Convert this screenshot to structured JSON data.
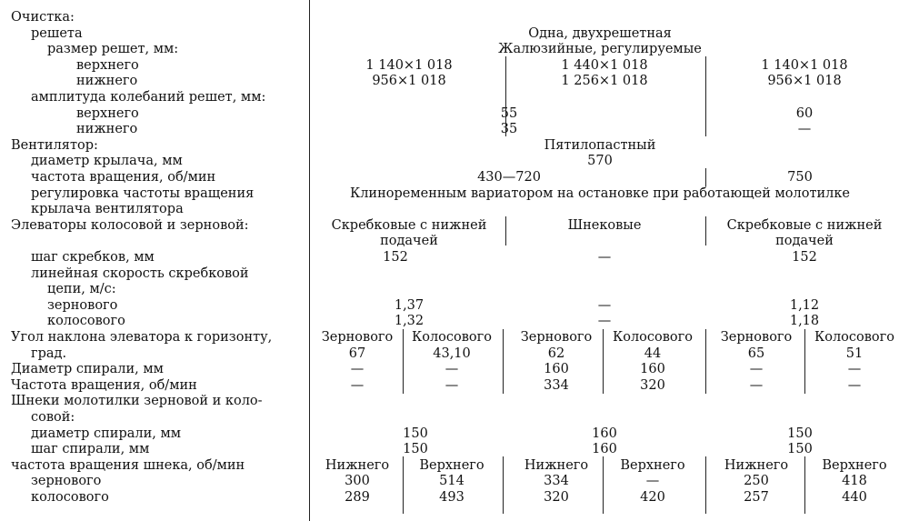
{
  "rows": [
    {
      "label": "Очистка:",
      "indent": 0,
      "cells": []
    },
    {
      "label": "решета",
      "indent": 1,
      "cells": [
        "Одна, двухрешетная"
      ]
    },
    {
      "label": "размер решет, мм:",
      "indent": 2,
      "cells": [
        "Жалюзийные, регулируемые"
      ]
    },
    {
      "label": "верхнего",
      "indent": 3,
      "cells": [
        "1 140×1 018",
        "1 440×1 018",
        "1 140×1 018"
      ]
    },
    {
      "label": "нижнего",
      "indent": 3,
      "cells": [
        "956×1 018",
        "1 256×1 018",
        "956×1 018"
      ]
    },
    {
      "label": "амплитуда колебаний решет, мм:",
      "indent": 1,
      "cells": []
    },
    {
      "label": "верхнего",
      "indent": 3,
      "cells": [
        "55",
        "60"
      ]
    },
    {
      "label": "нижнего",
      "indent": 3,
      "cells": [
        "35",
        "—"
      ]
    },
    {
      "label": "Вентилятор:",
      "indent": 0,
      "cells": [
        "Пятилопастный"
      ]
    },
    {
      "label": "диаметр крылача, мм",
      "indent": 1,
      "cells": [
        "570"
      ]
    },
    {
      "label": "частота вращения, об/мин",
      "indent": 1,
      "cells": [
        "430—720",
        "750"
      ]
    },
    {
      "label": "регулировка частоты вращения",
      "indent": 1,
      "cells": [
        "Клиноременным вариатором на остановке при работающей молотилке"
      ]
    },
    {
      "label": "крылача вентилятора",
      "indent": 1,
      "cells": []
    },
    {
      "label": "Элеваторы колосовой и зерновой:",
      "indent": 0,
      "cells": [
        "Скребковые с нижней",
        "Шнековые",
        "Скребковые с нижней"
      ]
    },
    {
      "label": "",
      "indent": 0,
      "cells": [
        "подачей",
        "подачей"
      ]
    },
    {
      "label": "шаг скребков, мм",
      "indent": 1,
      "cells": [
        "152",
        "—",
        "152"
      ]
    },
    {
      "label": "линейная скорость скребковой",
      "indent": 1,
      "cells": []
    },
    {
      "label": "цепи, м/с:",
      "indent": 2,
      "cells": []
    },
    {
      "label": "зернового",
      "indent": 2,
      "cells": [
        "1,37",
        "—",
        "1,12"
      ]
    },
    {
      "label": "колосового",
      "indent": 2,
      "cells": [
        "1,32",
        "—",
        "1,18"
      ]
    },
    {
      "label": "Угол наклона элеватора к горизонту,",
      "indent": 0,
      "cells": [
        "Зернового",
        "Колосового",
        "Зернового",
        "Колосового",
        "Зернового",
        "Колосового"
      ]
    },
    {
      "label": "град.",
      "indent": 1,
      "cells": [
        "67",
        "43,10",
        "62",
        "44",
        "65",
        "51"
      ]
    },
    {
      "label": "Диаметр спирали, мм",
      "indent": 0,
      "cells": [
        "—",
        "—",
        "160",
        "160",
        "—",
        "—"
      ]
    },
    {
      "label": "Частота вращения, об/мин",
      "indent": 0,
      "cells": [
        "—",
        "—",
        "334",
        "320",
        "—",
        "—"
      ]
    },
    {
      "label": "Шнеки молотилки зерновой и коло-",
      "indent": 0,
      "cells": []
    },
    {
      "label": "совой:",
      "indent": 1,
      "cells": []
    },
    {
      "label": "диаметр спирали, мм",
      "indent": 1,
      "cells": [
        "150",
        "160",
        "150"
      ]
    },
    {
      "label": "шаг спирали, мм",
      "indent": 1,
      "cells": [
        "150",
        "160",
        "150"
      ]
    },
    {
      "label": "частота вращения шнека, об/мин",
      "indent": 0,
      "cells": [
        "Нижнего",
        "Верхнего",
        "Нижнего",
        "Верхнего",
        "Нижнего",
        "Верхнего"
      ]
    },
    {
      "label": "зернового",
      "indent": 1,
      "cells": [
        "300",
        "514",
        "334",
        "—",
        "250",
        "418"
      ]
    },
    {
      "label": "колосового",
      "indent": 1,
      "cells": [
        "289",
        "493",
        "320",
        "420",
        "257",
        "440"
      ]
    }
  ]
}
